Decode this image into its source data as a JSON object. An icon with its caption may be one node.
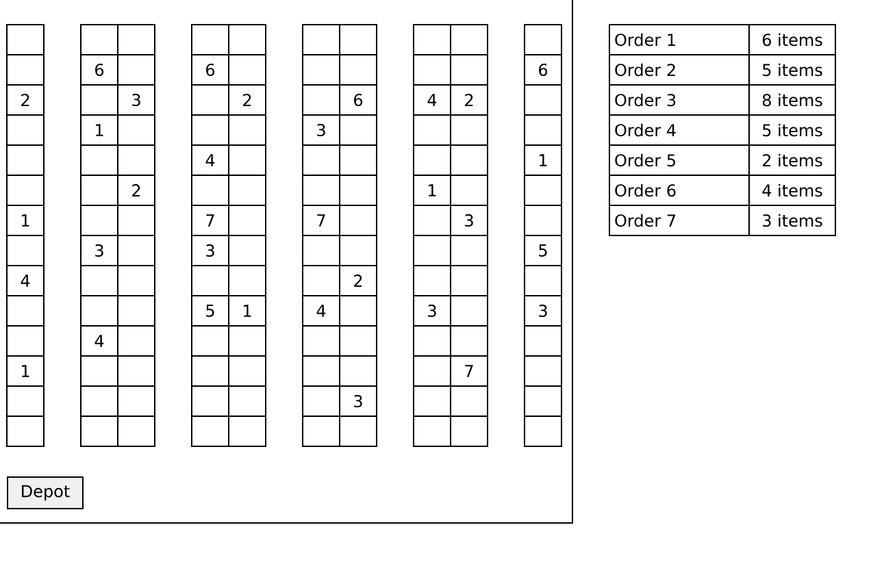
{
  "diagram": {
    "nodes": [
      {
        "text": [
          "Depot"
        ]
      }
    ],
    "labels": [
      "6",
      "6",
      "6",
      "2",
      "3",
      "2",
      "6",
      "4",
      "2",
      "1",
      "3",
      "4",
      "1",
      "2",
      "1",
      "1",
      "7",
      "7",
      "3",
      "3",
      "3",
      "5",
      "4",
      "2",
      "5",
      "1",
      "4",
      "3",
      "3",
      "4",
      "1",
      "7",
      "3",
      "Order 1",
      "6 items",
      "Order 2",
      "5 items",
      "Order 3",
      "8 items",
      "Order 4",
      "5 items",
      "Order 5",
      "2 items",
      "Order 6",
      "4 items",
      "Order 7",
      "3 items"
    ]
  }
}
